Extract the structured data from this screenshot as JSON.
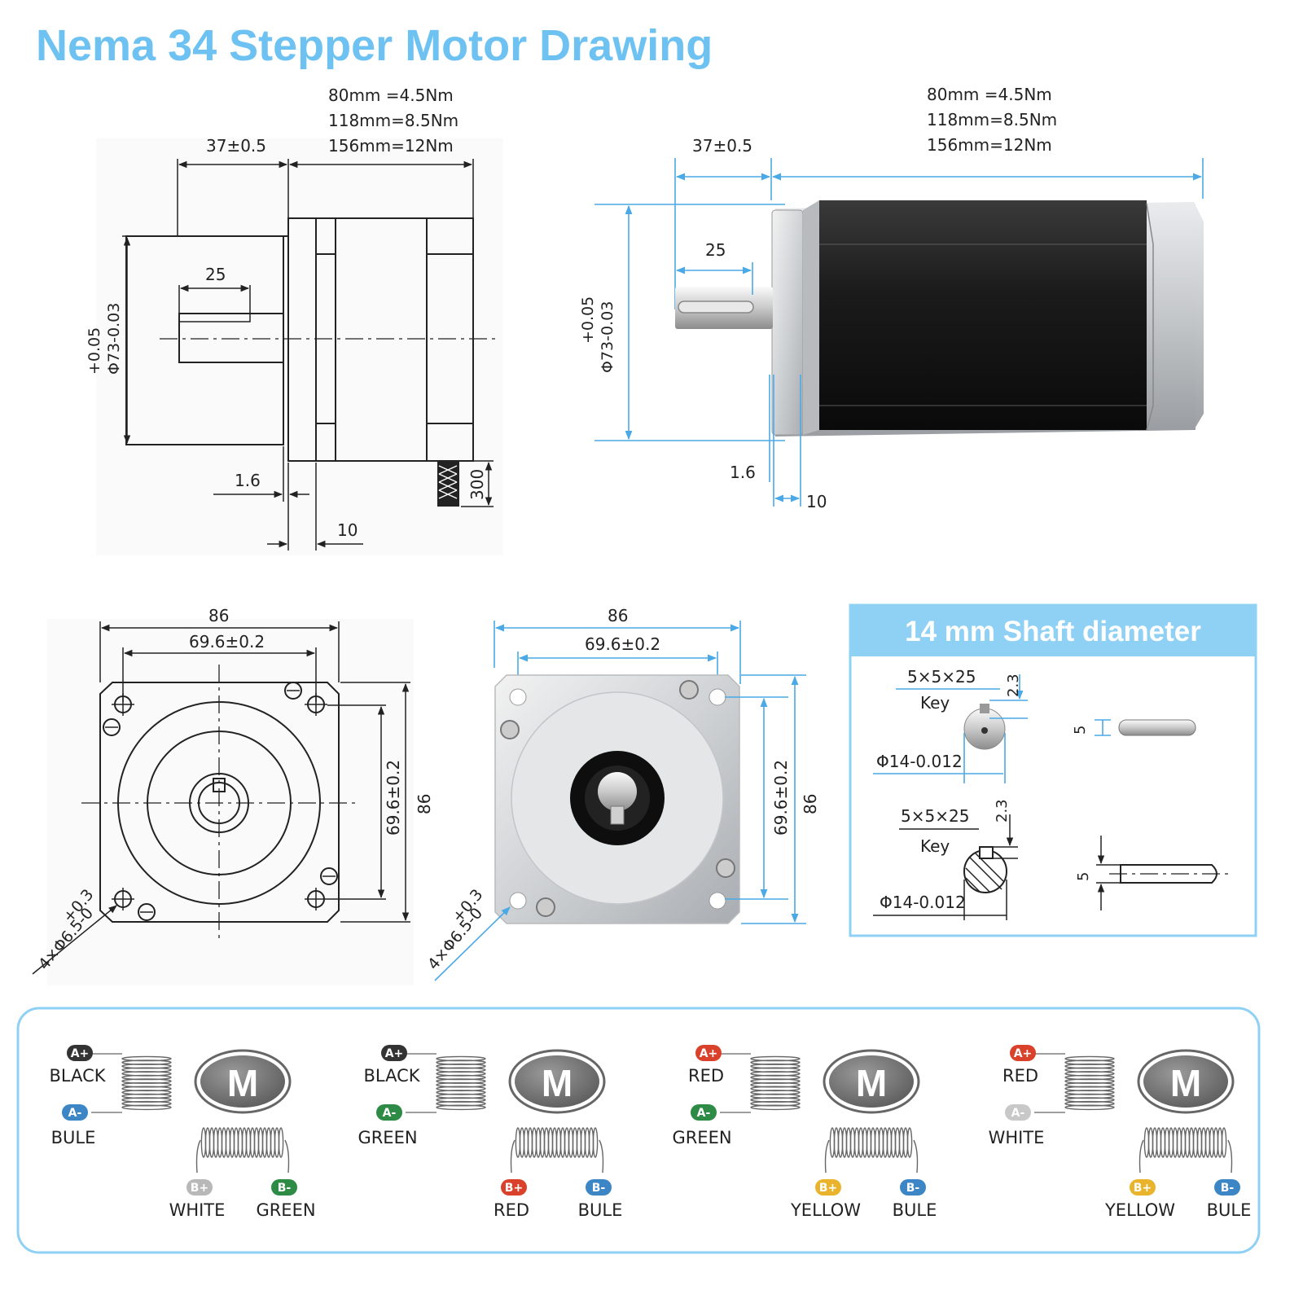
{
  "title": "Nema 34 Stepper Motor Drawing",
  "length_options": [
    "80mm =4.5Nm",
    "118mm=8.5Nm",
    "156mm=12Nm"
  ],
  "side_view": {
    "flange_length": "37±0.5",
    "shaft_key_length": "25",
    "pilot_diameter_tol": "+0.05",
    "pilot_diameter": "Φ73-0.03",
    "pilot_height": "1.6",
    "flange_thickness": "10",
    "lead_length": "300"
  },
  "front_view": {
    "body_size": "86",
    "hole_spacing": "69.6±0.2",
    "holes_tol": "+0.3",
    "holes": "4×Φ6.5-0"
  },
  "shaft_panel": {
    "heading": "14 mm Shaft diameter",
    "key_size": "5×5×25",
    "key_label": "Key",
    "key_depth": "2.3",
    "shaft_diameter": "Φ14-0.012",
    "key_width": "5"
  },
  "wiring": [
    {
      "a_plus": {
        "label": "A+",
        "color": "BLACK",
        "hex": "#333333"
      },
      "a_minus": {
        "label": "A-",
        "color": "BULE",
        "hex": "#3d86c6"
      },
      "b_plus": {
        "label": "B+",
        "color": "WHITE",
        "hex": "#b8b8b8"
      },
      "b_minus": {
        "label": "B-",
        "color": "GREEN",
        "hex": "#2e8b45"
      },
      "motor": "M"
    },
    {
      "a_plus": {
        "label": "A+",
        "color": "BLACK",
        "hex": "#333333"
      },
      "a_minus": {
        "label": "A-",
        "color": "GREEN",
        "hex": "#2e8b45"
      },
      "b_plus": {
        "label": "B+",
        "color": "RED",
        "hex": "#d9412b"
      },
      "b_minus": {
        "label": "B-",
        "color": "BULE",
        "hex": "#3d86c6"
      },
      "motor": "M"
    },
    {
      "a_plus": {
        "label": "A+",
        "color": "RED",
        "hex": "#d9412b"
      },
      "a_minus": {
        "label": "A-",
        "color": "GREEN",
        "hex": "#2e8b45"
      },
      "b_plus": {
        "label": "B+",
        "color": "YELLOW",
        "hex": "#e9b42c"
      },
      "b_minus": {
        "label": "B-",
        "color": "BULE",
        "hex": "#3d86c6"
      },
      "motor": "M"
    },
    {
      "a_plus": {
        "label": "A+",
        "color": "RED",
        "hex": "#d9412b"
      },
      "a_minus": {
        "label": "A-",
        "color": "WHITE",
        "hex": "#c8c8c8"
      },
      "b_plus": {
        "label": "B+",
        "color": "YELLOW",
        "hex": "#e9b42c"
      },
      "b_minus": {
        "label": "B-",
        "color": "BULE",
        "hex": "#3d86c6"
      },
      "motor": "M"
    }
  ],
  "colors": {
    "accent": "#6ec2f2",
    "dimension_blue": "#4aa9e6",
    "panel_border": "#8fd0f5"
  }
}
